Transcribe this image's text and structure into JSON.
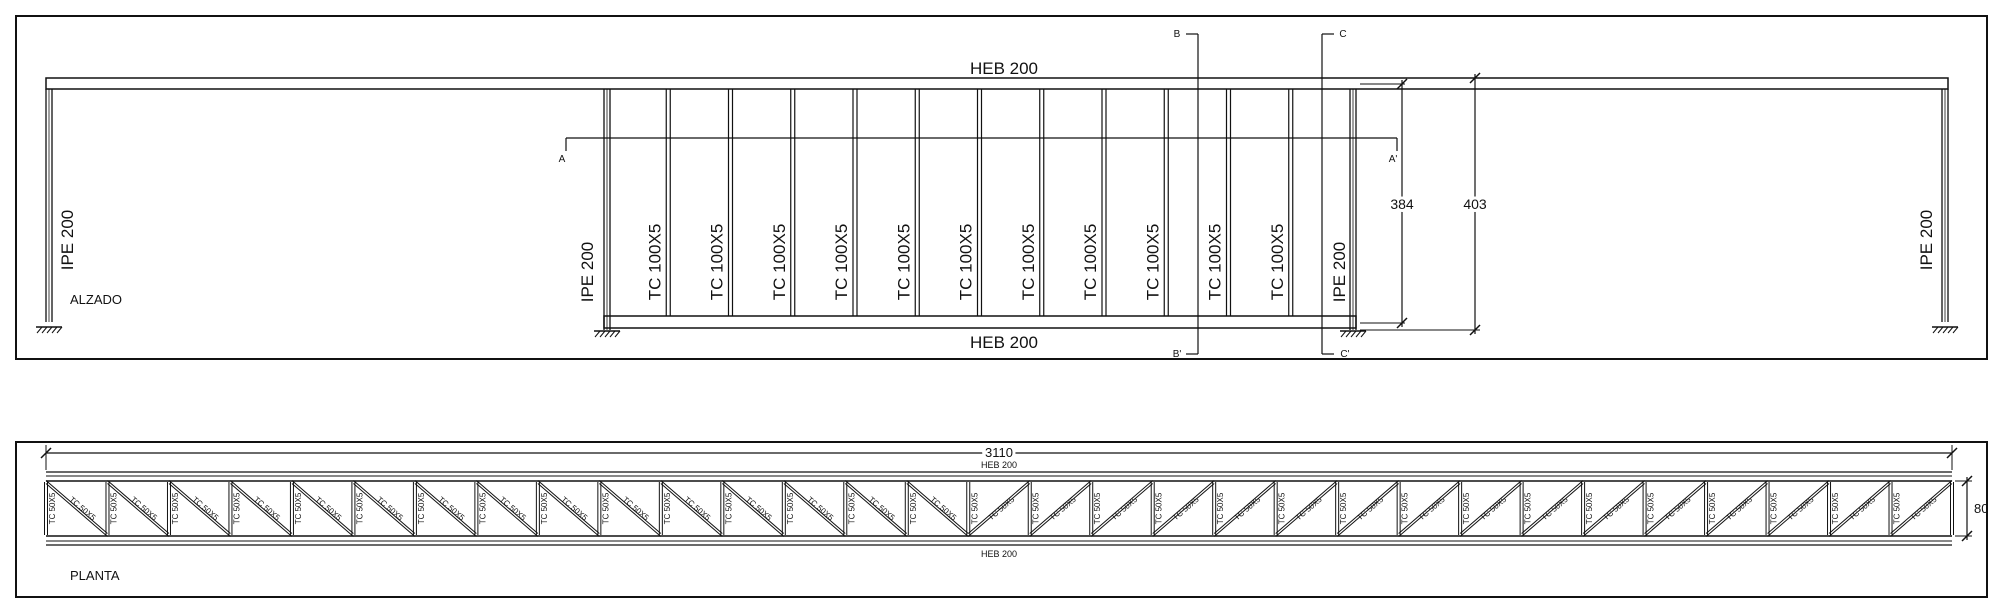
{
  "elevation": {
    "view_label": "ALZADO",
    "top_beam_label": "HEB 200",
    "bottom_beam_label": "HEB 200",
    "left_column_label": "IPE 200",
    "right_column_label": "IPE 200",
    "inner_left_post_label": "IPE 200",
    "inner_right_post_label": "IPE 200",
    "post_labels": [
      "TC 100X5",
      "TC 100X5",
      "TC 100X5",
      "TC 100X5",
      "TC 100X5",
      "TC 100X5",
      "TC 100X5",
      "TC 100X5",
      "TC 100X5",
      "TC 100X5",
      "TC 100X5"
    ],
    "dim_inner_height": "384",
    "dim_total_height": "403",
    "section_a_start": "A",
    "section_a_end": "A'",
    "section_b_start": "B",
    "section_b_end": "B'",
    "section_c_start": "C",
    "section_c_end": "C'"
  },
  "plan": {
    "view_label": "PLANTA",
    "dim_length": "3110",
    "dim_width": "80",
    "top_chord_label": "HEB 200",
    "bottom_chord_label": "HEB 200",
    "member_label": "TC 50X5",
    "panel_count": 31
  }
}
